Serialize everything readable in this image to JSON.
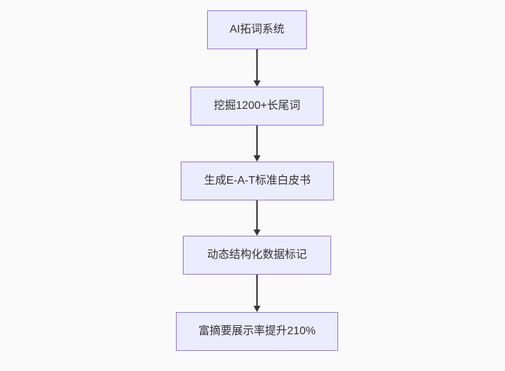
{
  "diagram": {
    "type": "flowchart-vertical",
    "colors": {
      "canvas_bg": "#fafafa",
      "node_fill": "#ececff",
      "node_border": "#9370db",
      "node_text": "#333333",
      "arrow_color": "#333333"
    },
    "nodes": [
      {
        "label": "AI拓词系统"
      },
      {
        "label": "挖掘1200+长尾词"
      },
      {
        "label": "生成E-A-T标准白皮书"
      },
      {
        "label": "动态结构化数据标记"
      },
      {
        "label": "富摘要展示率提升210%"
      }
    ],
    "edges": [
      {
        "from": 0,
        "to": 1
      },
      {
        "from": 1,
        "to": 2
      },
      {
        "from": 2,
        "to": 3
      },
      {
        "from": 3,
        "to": 4
      }
    ]
  }
}
